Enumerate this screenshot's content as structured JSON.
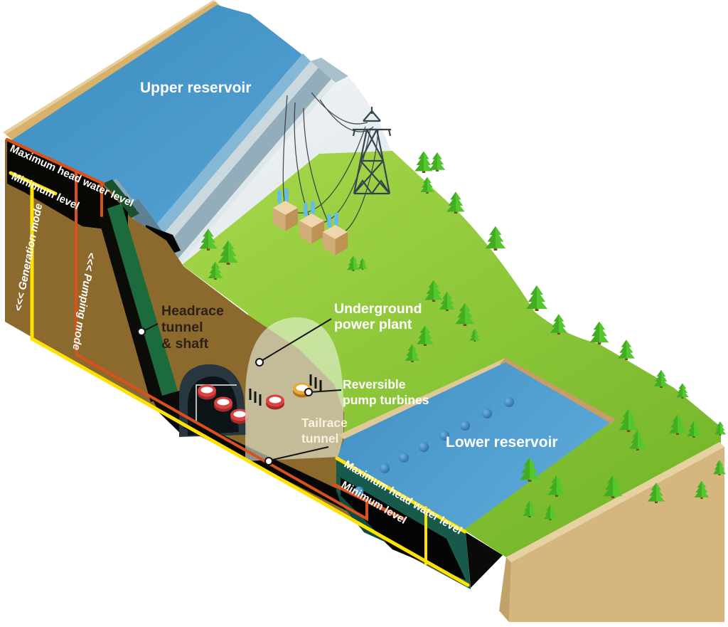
{
  "diagram": {
    "reservoir_labels": {
      "upper": "Upper reservoir",
      "lower": "Lower reservoir"
    },
    "level_labels": {
      "upper_max": "Maximum head water level",
      "upper_min": "Minimum level",
      "lower_max": "Maximum head water level",
      "lower_min": "Minimum level"
    },
    "mode_labels": {
      "generation": "<<< Generation mode",
      "pumping": "<<< Pumping mode"
    },
    "callouts": {
      "headrace": {
        "lines": [
          "Headrace",
          "tunnel",
          "& shaft"
        ]
      },
      "underground": {
        "lines": [
          "Underground",
          "power plant"
        ]
      },
      "reversible": {
        "lines": [
          "Reversible",
          "pump turbines"
        ]
      },
      "tailrace": {
        "lines": [
          "Tailrace",
          "tunnel"
        ]
      }
    },
    "colors": {
      "generation_line": "#FFE205",
      "pumping_line": "#D9511D",
      "upper_water": "#4B9CCD",
      "lower_water": "#4E9FD0",
      "grass": "#8CC63F",
      "soil": "#8C6A2E",
      "cut_teal": "#17594A",
      "sand_cliff": "#D5B67F",
      "dam_concrete": "#93ADBA",
      "turbine_red": "#DD4040",
      "turbine_highlight": "#E9A93F"
    }
  }
}
